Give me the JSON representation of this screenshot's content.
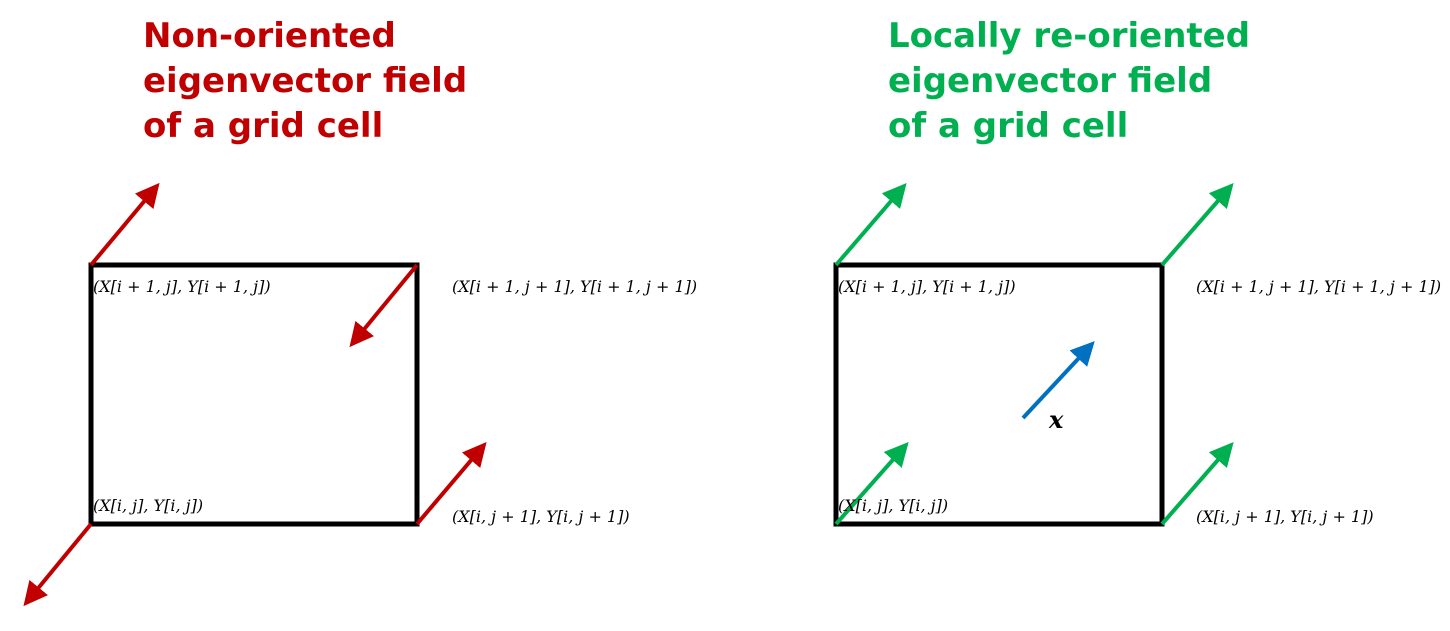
{
  "colors": {
    "non_oriented": "#c00000",
    "re_oriented": "#00b050",
    "query_vector": "#0070c0",
    "cell_border": "#000000"
  },
  "left_panel": {
    "title": "Non-oriented\neigenvector field\nof a grid cell",
    "labels": {
      "top_left": "(X[i + 1, j], Y[i + 1, j])",
      "top_right": "(X[i + 1, j + 1], Y[i + 1, j + 1])",
      "bottom_left": "(X[i, j], Y[i, j])",
      "bottom_right": "(X[i, j + 1], Y[i, j + 1])"
    }
  },
  "right_panel": {
    "title": "Locally re-oriented\neigenvector field\nof a grid cell",
    "labels": {
      "top_left": "(X[i + 1, j], Y[i + 1, j])",
      "top_right": "(X[i + 1, j + 1], Y[i + 1, j + 1])",
      "bottom_left": "(X[i, j], Y[i, j])",
      "bottom_right": "(X[i, j + 1], Y[i, j + 1])"
    },
    "query_point_label": "x"
  }
}
